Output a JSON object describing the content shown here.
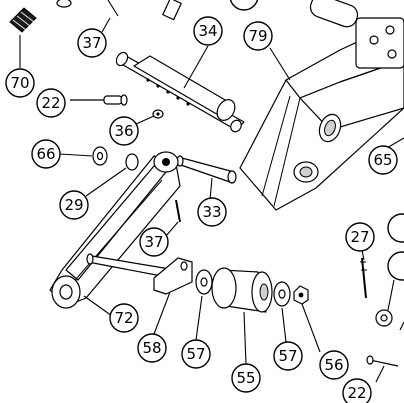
{
  "callouts": [
    {
      "id": "c70",
      "label": "70"
    },
    {
      "id": "c37a",
      "label": "37"
    },
    {
      "id": "c34",
      "label": "34"
    },
    {
      "id": "c79",
      "label": "79"
    },
    {
      "id": "c22a",
      "label": "22"
    },
    {
      "id": "c36",
      "label": "36"
    },
    {
      "id": "c66",
      "label": "66"
    },
    {
      "id": "c65",
      "label": "65"
    },
    {
      "id": "c29",
      "label": "29"
    },
    {
      "id": "c33",
      "label": "33"
    },
    {
      "id": "c37b",
      "label": "37"
    },
    {
      "id": "c27",
      "label": "27"
    },
    {
      "id": "c72",
      "label": "72"
    },
    {
      "id": "c58",
      "label": "58"
    },
    {
      "id": "c57a",
      "label": "57"
    },
    {
      "id": "c55",
      "label": "55"
    },
    {
      "id": "c57b",
      "label": "57"
    },
    {
      "id": "c56",
      "label": "56"
    },
    {
      "id": "c22b",
      "label": "22"
    }
  ]
}
